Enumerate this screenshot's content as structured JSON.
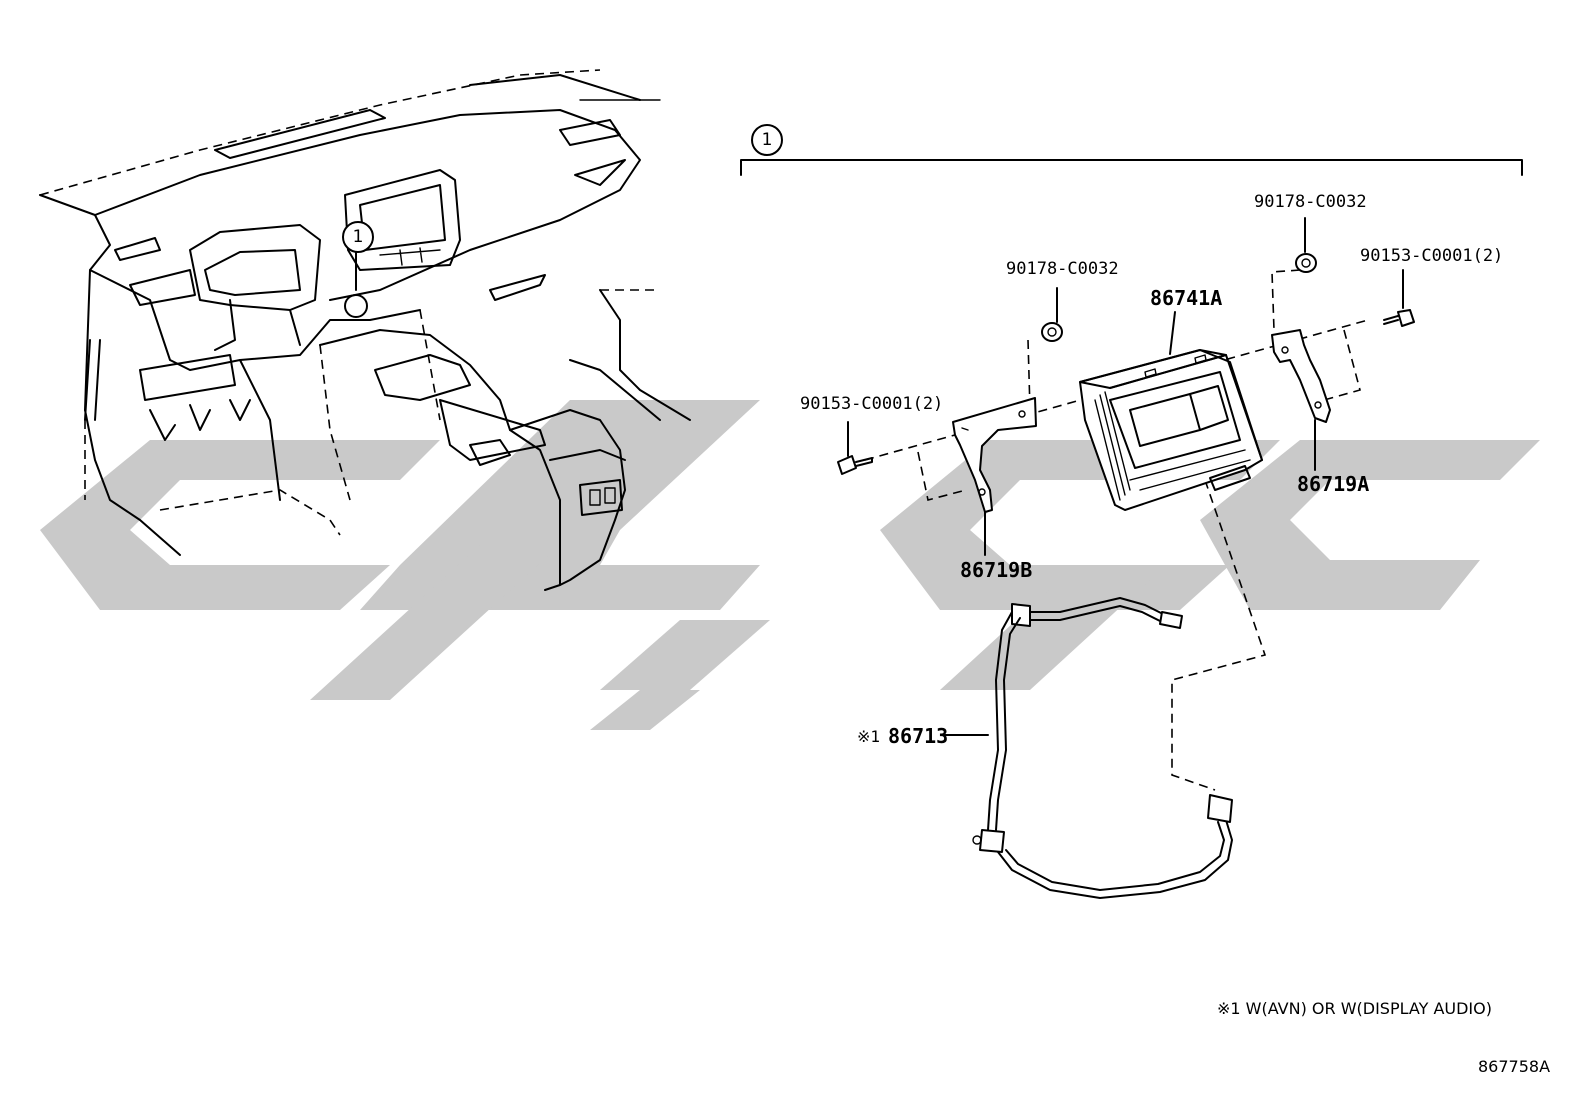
{
  "callouts": {
    "assembly_ref": "1",
    "dash_ref": "1"
  },
  "parts": {
    "bolt_left": "90153-C0001(2)",
    "nut_left": "90178-C0032",
    "head_unit": "86741A",
    "nut_right": "90178-C0032",
    "bolt_right": "90153-C0001(2)",
    "bracket_right": "86719A",
    "bracket_left": "86719B",
    "wire_prefix": "※1",
    "wire": "86713"
  },
  "notes": {
    "footnote": "※1 W(AVN) OR W(DISPLAY AUDIO)",
    "diagram_id": "867758A"
  },
  "colors": {
    "watermark": "#c9c9c9",
    "linework": "#000000"
  }
}
